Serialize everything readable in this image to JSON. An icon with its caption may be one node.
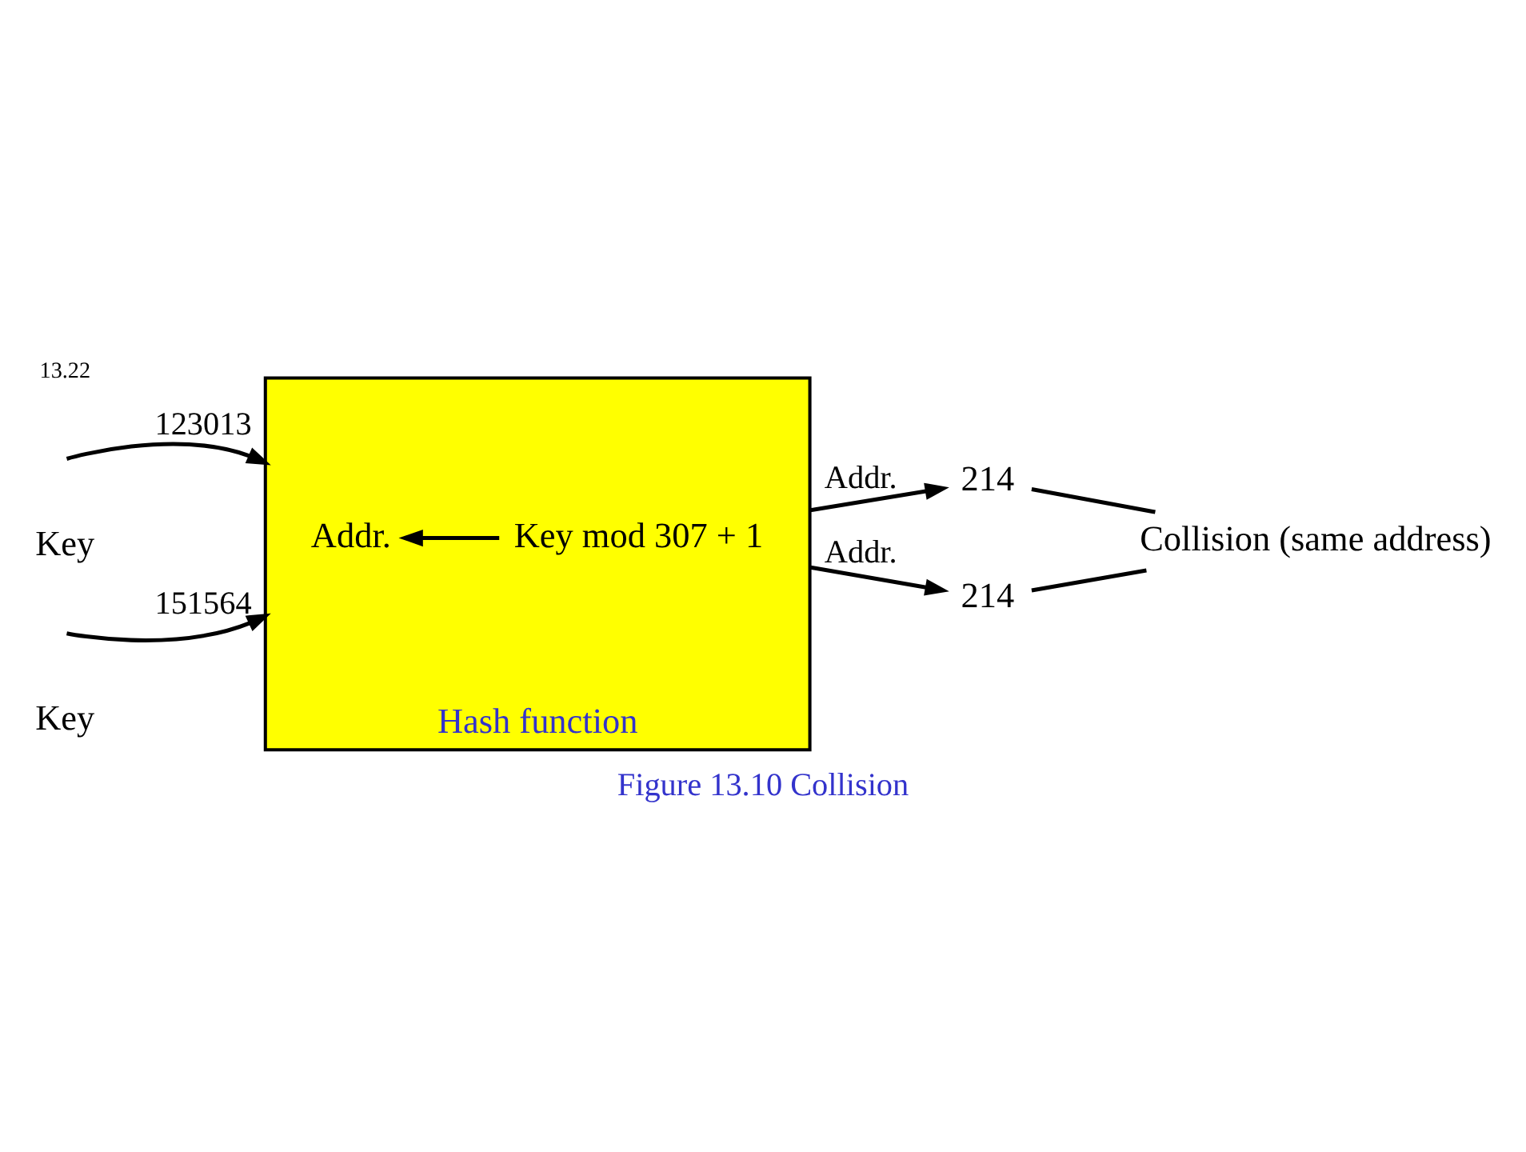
{
  "diagram": {
    "caption": "Figure 13.10 Collision",
    "nodes": [
      {
        "text": [
          "Hash function"
        ]
      },
      {
        "text": [
          "Addr."
        ],
        "in": 0
      },
      {
        "text": [
          "Key mod 307 + 1"
        ],
        "in": 0
      },
      {
        "text": [
          "214"
        ]
      },
      {
        "text": [
          "214"
        ]
      },
      {
        "text": [
          "Collision (same address)"
        ]
      }
    ],
    "edges": [
      {
        "from": null,
        "to": 0,
        "arrow": "to",
        "label": "123013"
      },
      {
        "from": null,
        "to": 0,
        "arrow": "to",
        "label": "151564"
      },
      {
        "from": 2,
        "to": 1,
        "arrow": "to"
      },
      {
        "from": 0,
        "to": 3,
        "arrow": "to",
        "label": "Addr."
      },
      {
        "from": 0,
        "to": 4,
        "arrow": "to",
        "label": "Addr."
      },
      {
        "from": 3,
        "to": 5,
        "arrow": "none"
      },
      {
        "from": 4,
        "to": 5,
        "arrow": "none"
      }
    ],
    "labels": [
      "Key",
      "Key",
      "13.22"
    ]
  }
}
